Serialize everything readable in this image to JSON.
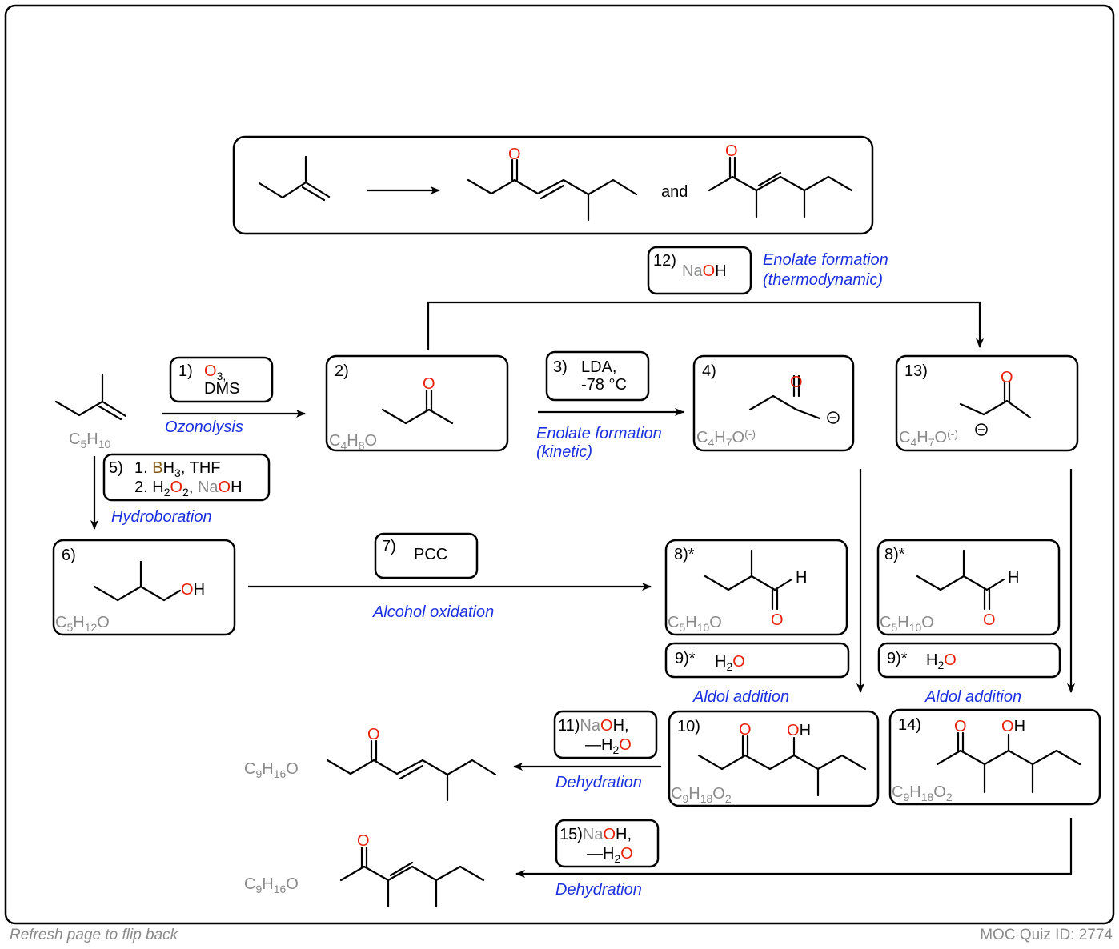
{
  "steps": {
    "s1": {
      "num": "1)",
      "reagent_a": "3,",
      "reagent_b": "DMS"
    },
    "s3": {
      "num": "3)",
      "line1": "LDA,",
      "line2": "-78 °C"
    },
    "s5": {
      "num": "5)",
      "l1_num": "1.",
      "l1_suffix": ", THF",
      "l2_num": "2."
    },
    "s7": {
      "num": "7)",
      "label": "PCC"
    },
    "s11": {
      "num": "11)",
      "l1_tail": "H,",
      "l2_lead": "—H"
    },
    "s12": {
      "num": "12)"
    },
    "s15": {
      "num": "15)",
      "l1_tail": "H,",
      "l2_lead": "—H"
    }
  },
  "compounds": {
    "c2": "2)",
    "c4": "4)",
    "c6": "6)",
    "c8a": "8)*",
    "c8b": "8)*",
    "c9a": "9)*",
    "c9b": "9)*",
    "c10": "10)",
    "c13": "13)",
    "c14": "14)"
  },
  "conditions": {
    "ozonolysis": "Ozonolysis",
    "enolate_kinetic_1": "Enolate formation",
    "enolate_kinetic_2": "(kinetic)",
    "hydroboration": "Hydroboration",
    "alcohol_oxidation": "Alcohol oxidation",
    "enolate_thermo_1": "Enolate formation",
    "enolate_thermo_2": "(thermodynamic)",
    "aldol_1": "Aldol addition",
    "aldol_2": "Aldol addition",
    "dehydration_1": "Dehydration",
    "dehydration_2": "Dehydration"
  },
  "top_scheme": {
    "and": "and"
  },
  "footer": {
    "left": "Refresh page to flip back",
    "right": "MOC Quiz ID: 2774"
  },
  "colors": {
    "frame": "#000000",
    "condition": "#1a2fe0",
    "oxygen": "#e8200c",
    "formula": "#8a8a8a",
    "boron": "#8a5a10"
  }
}
